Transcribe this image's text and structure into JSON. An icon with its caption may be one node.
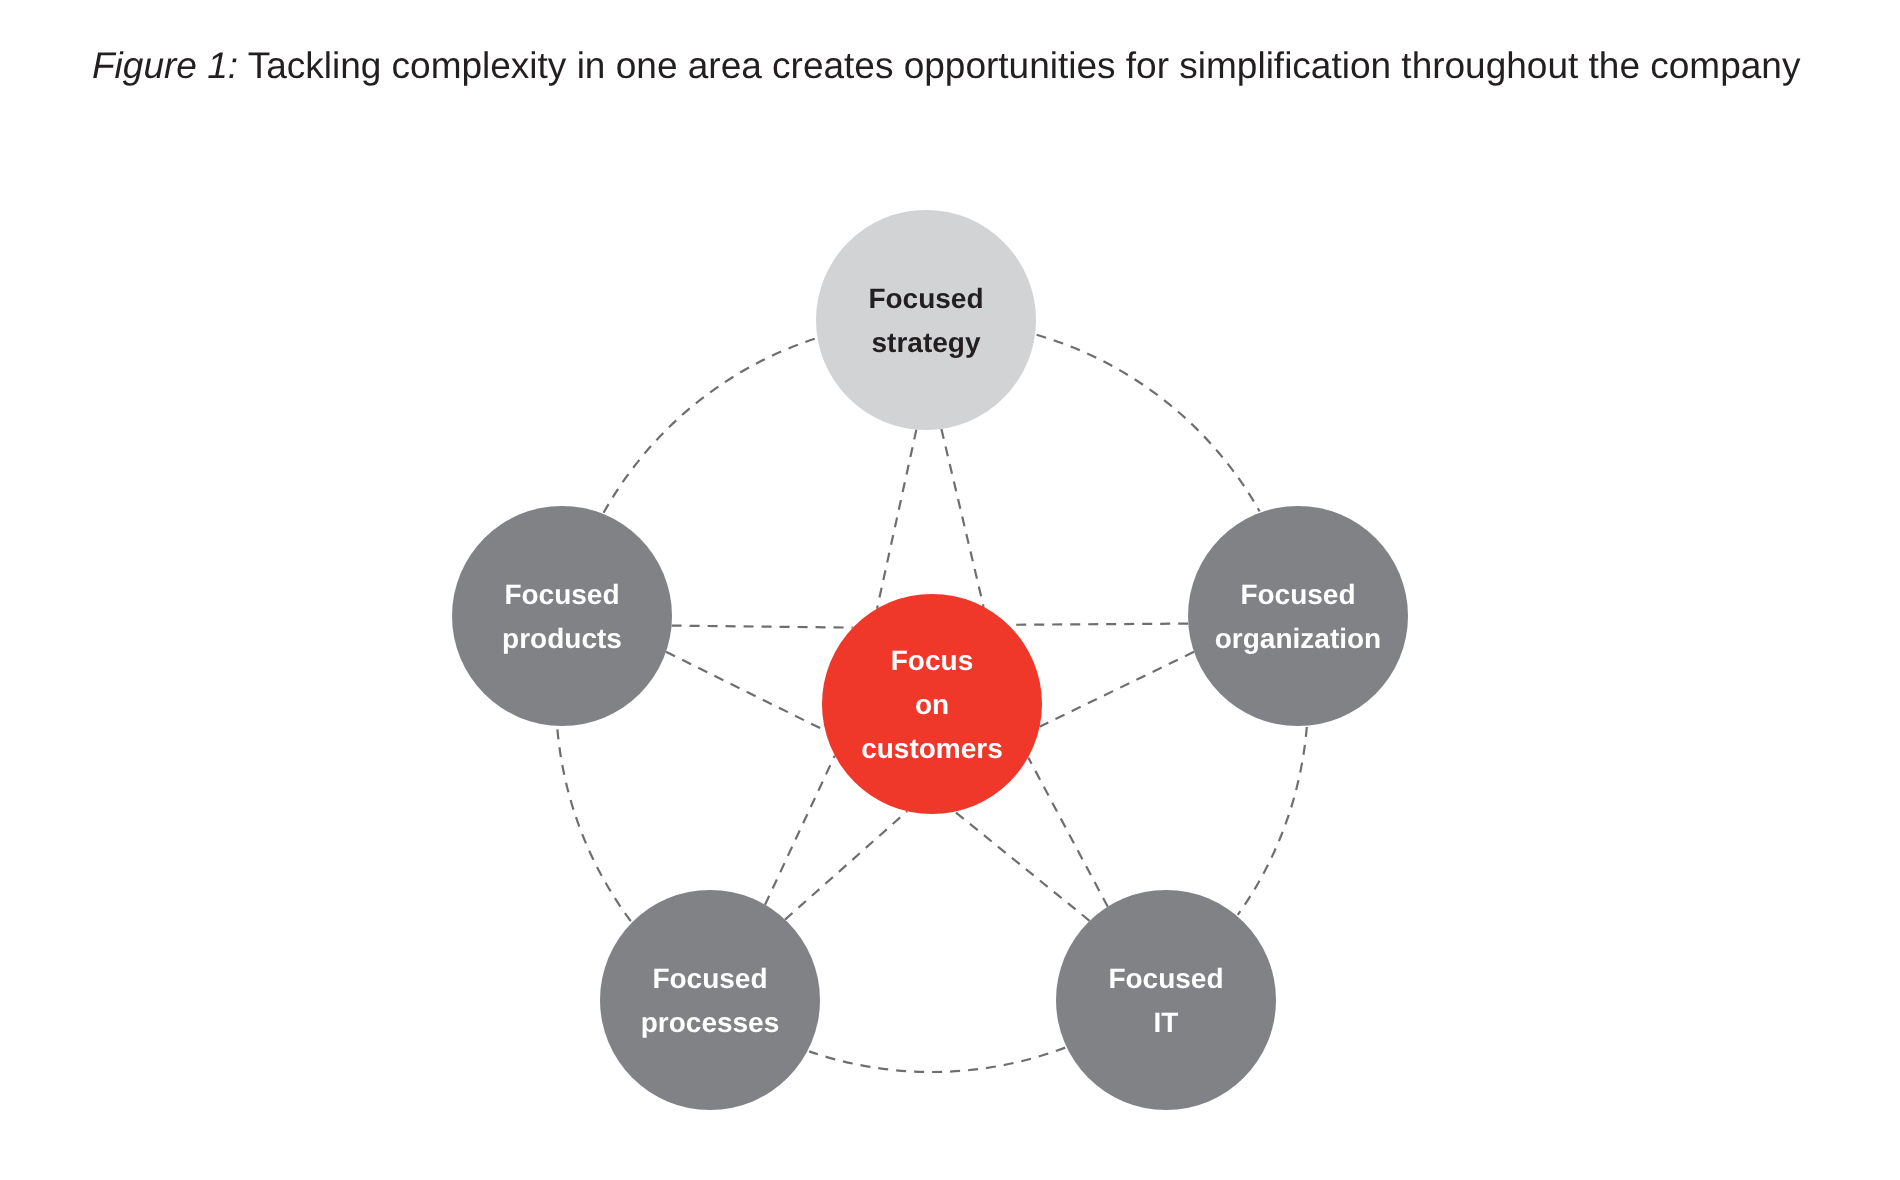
{
  "diagram": {
    "title": "*Figure 1:* Tackling complexity in one area creates opportunities for simplification throughout the company",
    "nodes": [
      {
        "text": [
          "Focused strategy"
        ]
      },
      {
        "text": [
          "Focused products"
        ]
      },
      {
        "text": [
          "Focus on customers"
        ]
      },
      {
        "text": [
          "Focused organization"
        ]
      },
      {
        "text": [
          "Focused processes"
        ]
      },
      {
        "text": [
          "Focused IT"
        ]
      }
    ],
    "edges": [
      {
        "from": 0,
        "to": 3,
        "arrow": "none",
        "style": "dashed"
      },
      {
        "from": 3,
        "to": 5,
        "arrow": "none",
        "style": "dashed"
      },
      {
        "from": 5,
        "to": 4,
        "arrow": "none",
        "style": "dashed"
      },
      {
        "from": 4,
        "to": 1,
        "arrow": "none",
        "style": "dashed"
      },
      {
        "from": 1,
        "to": 0,
        "arrow": "none",
        "style": "dashed"
      },
      {
        "from": 0,
        "to": 2,
        "arrow": "none",
        "style": "dashed"
      },
      {
        "from": 0,
        "to": 2,
        "arrow": "none",
        "style": "dashed"
      },
      {
        "from": 1,
        "to": 2,
        "arrow": "none",
        "style": "dashed"
      },
      {
        "from": 1,
        "to": 2,
        "arrow": "none",
        "style": "dashed"
      },
      {
        "from": 3,
        "to": 2,
        "arrow": "none",
        "style": "dashed"
      },
      {
        "from": 3,
        "to": 2,
        "arrow": "none",
        "style": "dashed"
      },
      {
        "from": 4,
        "to": 2,
        "arrow": "none",
        "style": "dashed"
      },
      {
        "from": 4,
        "to": 2,
        "arrow": "none",
        "style": "dashed"
      },
      {
        "from": 5,
        "to": 2,
        "arrow": "none",
        "style": "dashed"
      },
      {
        "from": 5,
        "to": 2,
        "arrow": "none",
        "style": "dashed"
      }
    ]
  }
}
